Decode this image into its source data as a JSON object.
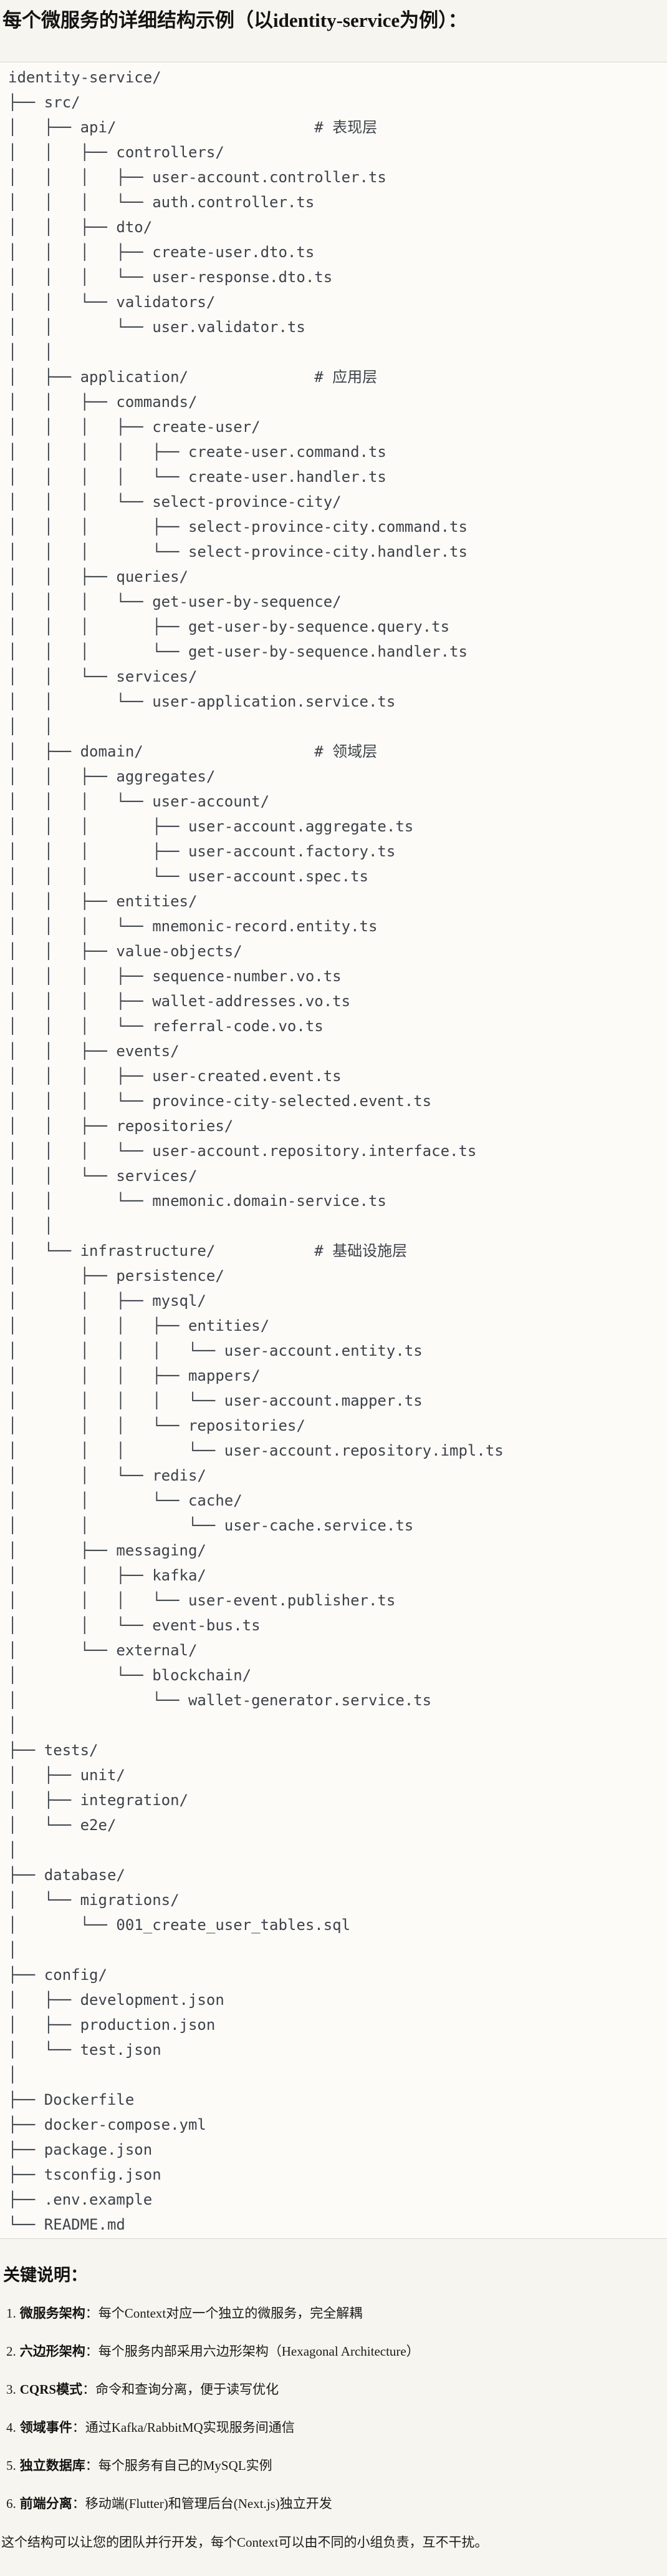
{
  "page": {
    "title": "每个微服务的详细结构示例（以identity-service为例）：",
    "code_block": {
      "lines": [
        "identity-service/",
        "├── src/",
        "│   ├── api/                      # 表现层",
        "│   │   ├── controllers/",
        "│   │   │   ├── user-account.controller.ts",
        "│   │   │   └── auth.controller.ts",
        "│   │   ├── dto/",
        "│   │   │   ├── create-user.dto.ts",
        "│   │   │   └── user-response.dto.ts",
        "│   │   └── validators/",
        "│   │       └── user.validator.ts",
        "│   │",
        "│   ├── application/              # 应用层",
        "│   │   ├── commands/",
        "│   │   │   ├── create-user/",
        "│   │   │   │   ├── create-user.command.ts",
        "│   │   │   │   └── create-user.handler.ts",
        "│   │   │   └── select-province-city/",
        "│   │   │       ├── select-province-city.command.ts",
        "│   │   │       └── select-province-city.handler.ts",
        "│   │   ├── queries/",
        "│   │   │   └── get-user-by-sequence/",
        "│   │   │       ├── get-user-by-sequence.query.ts",
        "│   │   │       └── get-user-by-sequence.handler.ts",
        "│   │   └── services/",
        "│   │       └── user-application.service.ts",
        "│   │",
        "│   ├── domain/                   # 领域层",
        "│   │   ├── aggregates/",
        "│   │   │   └── user-account/",
        "│   │   │       ├── user-account.aggregate.ts",
        "│   │   │       ├── user-account.factory.ts",
        "│   │   │       └── user-account.spec.ts",
        "│   │   ├── entities/",
        "│   │   │   └── mnemonic-record.entity.ts",
        "│   │   ├── value-objects/",
        "│   │   │   ├── sequence-number.vo.ts",
        "│   │   │   ├── wallet-addresses.vo.ts",
        "│   │   │   └── referral-code.vo.ts",
        "│   │   ├── events/",
        "│   │   │   ├── user-created.event.ts",
        "│   │   │   └── province-city-selected.event.ts",
        "│   │   ├── repositories/",
        "│   │   │   └── user-account.repository.interface.ts",
        "│   │   └── services/",
        "│   │       └── mnemonic.domain-service.ts",
        "│   │",
        "│   └── infrastructure/           # 基础设施层",
        "│       ├── persistence/",
        "│       │   ├── mysql/",
        "│       │   │   ├── entities/",
        "│       │   │   │   └── user-account.entity.ts",
        "│       │   │   ├── mappers/",
        "│       │   │   │   └── user-account.mapper.ts",
        "│       │   │   └── repositories/",
        "│       │   │       └── user-account.repository.impl.ts",
        "│       │   └── redis/",
        "│       │       └── cache/",
        "│       │           └── user-cache.service.ts",
        "│       ├── messaging/",
        "│       │   ├── kafka/",
        "│       │   │   └── user-event.publisher.ts",
        "│       │   └── event-bus.ts",
        "│       └── external/",
        "│           └── blockchain/",
        "│               └── wallet-generator.service.ts",
        "│",
        "├── tests/",
        "│   ├── unit/",
        "│   ├── integration/",
        "│   └── e2e/",
        "│",
        "├── database/",
        "│   └── migrations/",
        "│       └── 001_create_user_tables.sql",
        "│",
        "├── config/",
        "│   ├── development.json",
        "│   ├── production.json",
        "│   └── test.json",
        "│",
        "├── Dockerfile",
        "├── docker-compose.yml",
        "├── package.json",
        "├── tsconfig.json",
        "├── .env.example",
        "└── README.md"
      ]
    },
    "notes": {
      "heading": "关键说明：",
      "items": [
        {
          "num": "1.",
          "term": "微服务架构",
          "text": "：每个Context对应一个独立的微服务，完全解耦"
        },
        {
          "num": "2.",
          "term": "六边形架构",
          "text": "：每个服务内部采用六边形架构（Hexagonal Architecture）"
        },
        {
          "num": "3.",
          "term": "CQRS模式",
          "text": "：命令和查询分离，便于读写优化"
        },
        {
          "num": "4.",
          "term": "领域事件",
          "text": "：通过Kafka/RabbitMQ实现服务间通信"
        },
        {
          "num": "5.",
          "term": "独立数据库",
          "text": "：每个服务有自己的MySQL实例"
        },
        {
          "num": "6.",
          "term": "前端分离",
          "text": "：移动端(Flutter)和管理后台(Next.js)独立开发"
        }
      ],
      "closing": "这个结构可以让您的团队并行开发，每个Context可以由不同的小组负责，互不干扰。"
    }
  }
}
